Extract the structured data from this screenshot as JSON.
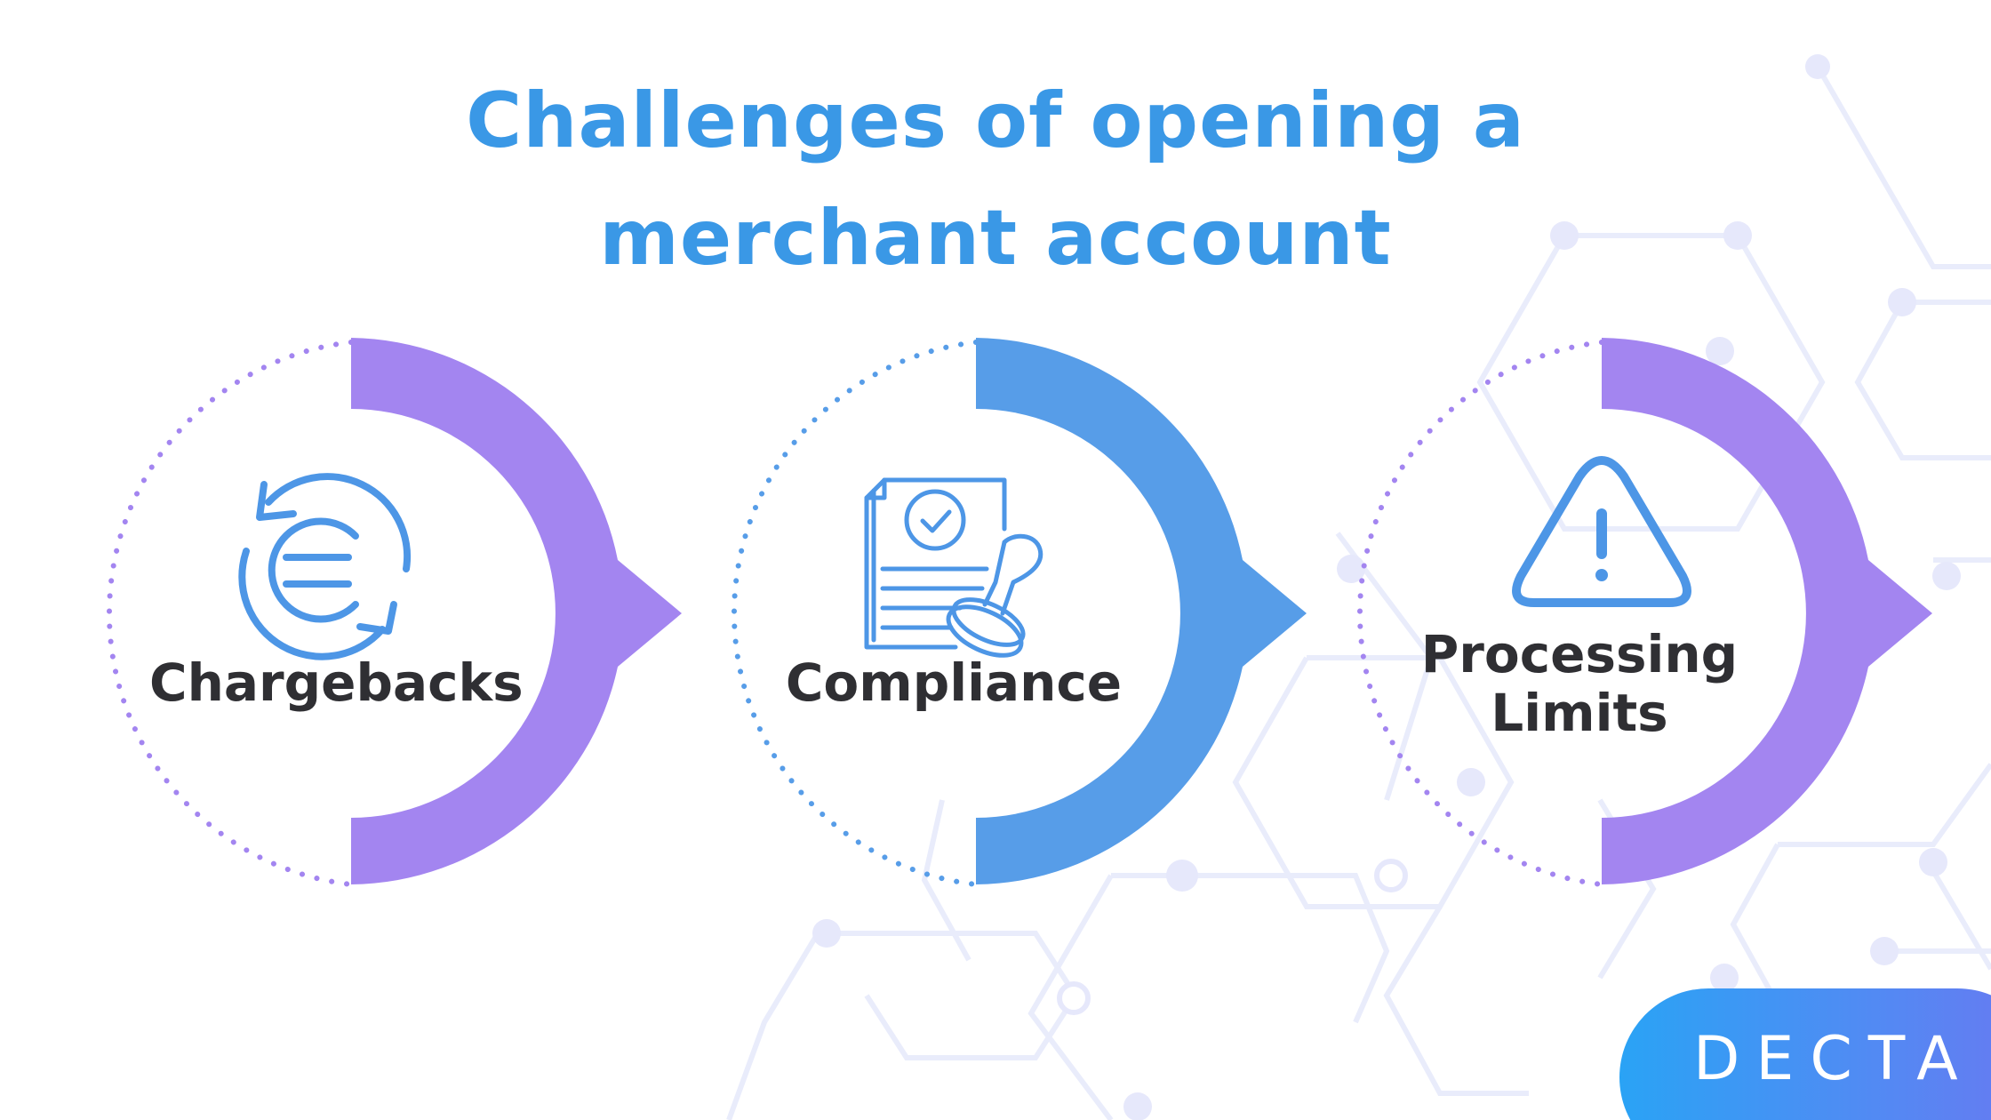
{
  "title": {
    "line1": "Challenges of opening a",
    "line2": "merchant account"
  },
  "steps": [
    {
      "label": "Chargebacks",
      "icon": "euro-refresh-icon",
      "color": "#a385f0"
    },
    {
      "label": "Compliance",
      "icon": "document-stamp-icon",
      "color": "#579de8"
    },
    {
      "label_line1": "Processing",
      "label_line2": "Limits",
      "icon": "warning-triangle-icon",
      "color": "#a385f0"
    }
  ],
  "logo": {
    "text": "DECTA"
  },
  "colors": {
    "title": "#3a98e6",
    "purple": "#a385f0",
    "blue": "#579de8",
    "label": "#2f2f33"
  }
}
